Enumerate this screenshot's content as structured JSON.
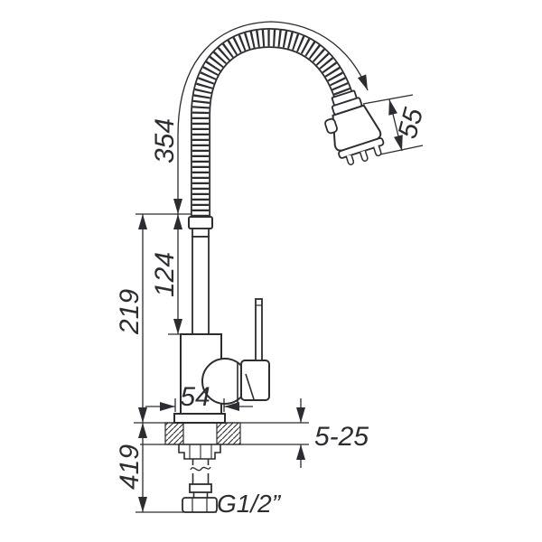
{
  "drawing": {
    "background_color": "#ffffff",
    "line_color": "#2c2c31",
    "dimensions": {
      "hose_length": "354",
      "spout_pipe_height": "124",
      "height_above_deck": "219",
      "under_deck_length": "419",
      "base_width": "54",
      "deck_thickness": "5-25",
      "spray_head_length": "55",
      "thread": "G1/2”"
    }
  }
}
